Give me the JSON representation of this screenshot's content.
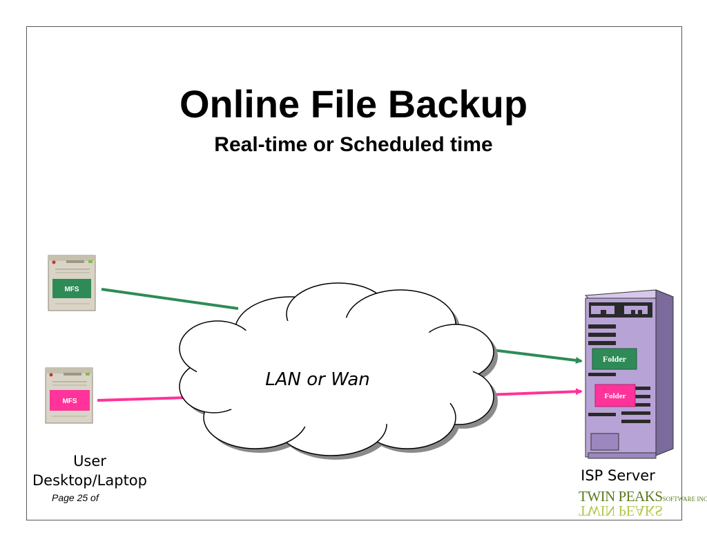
{
  "slide": {
    "title": "Online File Backup",
    "subtitle": "Real-time or Scheduled time",
    "page_label": "Page 25 of"
  },
  "cloud": {
    "label": "LAN or Wan"
  },
  "client": {
    "label_line1": "User",
    "label_line2": "Desktop/Laptop",
    "devices": [
      {
        "badge": "MFS",
        "color": "#2e8b57"
      },
      {
        "badge": "MFS",
        "color": "#ff3399"
      }
    ]
  },
  "server": {
    "label": "ISP Server",
    "folders": [
      {
        "label": "Folder",
        "color": "#2e8b57"
      },
      {
        "label": "Folder",
        "color": "#ff3399"
      }
    ]
  },
  "logo": {
    "text": "TWIN PEAKS",
    "suffix": "SOFTWARE INC."
  },
  "colors": {
    "green_link": "#2e8b57",
    "pink_link": "#ff3399",
    "server_body": "#b8a3d6"
  }
}
